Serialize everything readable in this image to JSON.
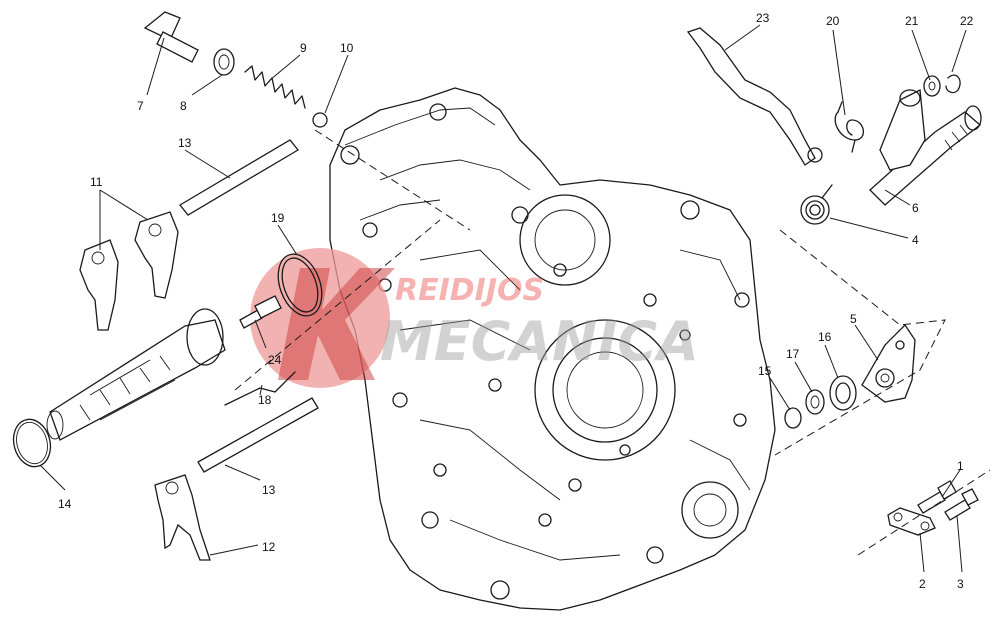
{
  "diagram": {
    "callouts": [
      {
        "id": "1",
        "label": "1"
      },
      {
        "id": "2",
        "label": "2"
      },
      {
        "id": "3",
        "label": "3"
      },
      {
        "id": "4",
        "label": "4"
      },
      {
        "id": "5",
        "label": "5"
      },
      {
        "id": "6",
        "label": "6"
      },
      {
        "id": "7",
        "label": "7"
      },
      {
        "id": "8",
        "label": "8"
      },
      {
        "id": "9",
        "label": "9"
      },
      {
        "id": "10",
        "label": "10"
      },
      {
        "id": "11",
        "label": "11"
      },
      {
        "id": "12",
        "label": "12"
      },
      {
        "id": "13a",
        "label": "13"
      },
      {
        "id": "13b",
        "label": "13"
      },
      {
        "id": "14",
        "label": "14"
      },
      {
        "id": "15",
        "label": "15"
      },
      {
        "id": "16",
        "label": "16"
      },
      {
        "id": "17",
        "label": "17"
      },
      {
        "id": "18",
        "label": "18"
      },
      {
        "id": "19",
        "label": "19"
      },
      {
        "id": "20",
        "label": "20"
      },
      {
        "id": "21",
        "label": "21"
      },
      {
        "id": "22",
        "label": "22"
      },
      {
        "id": "23",
        "label": "23"
      },
      {
        "id": "24",
        "label": "24"
      }
    ]
  },
  "watermark": {
    "line1": "REIDIJOS",
    "line2": "MECANICA",
    "color": "#e53935"
  }
}
